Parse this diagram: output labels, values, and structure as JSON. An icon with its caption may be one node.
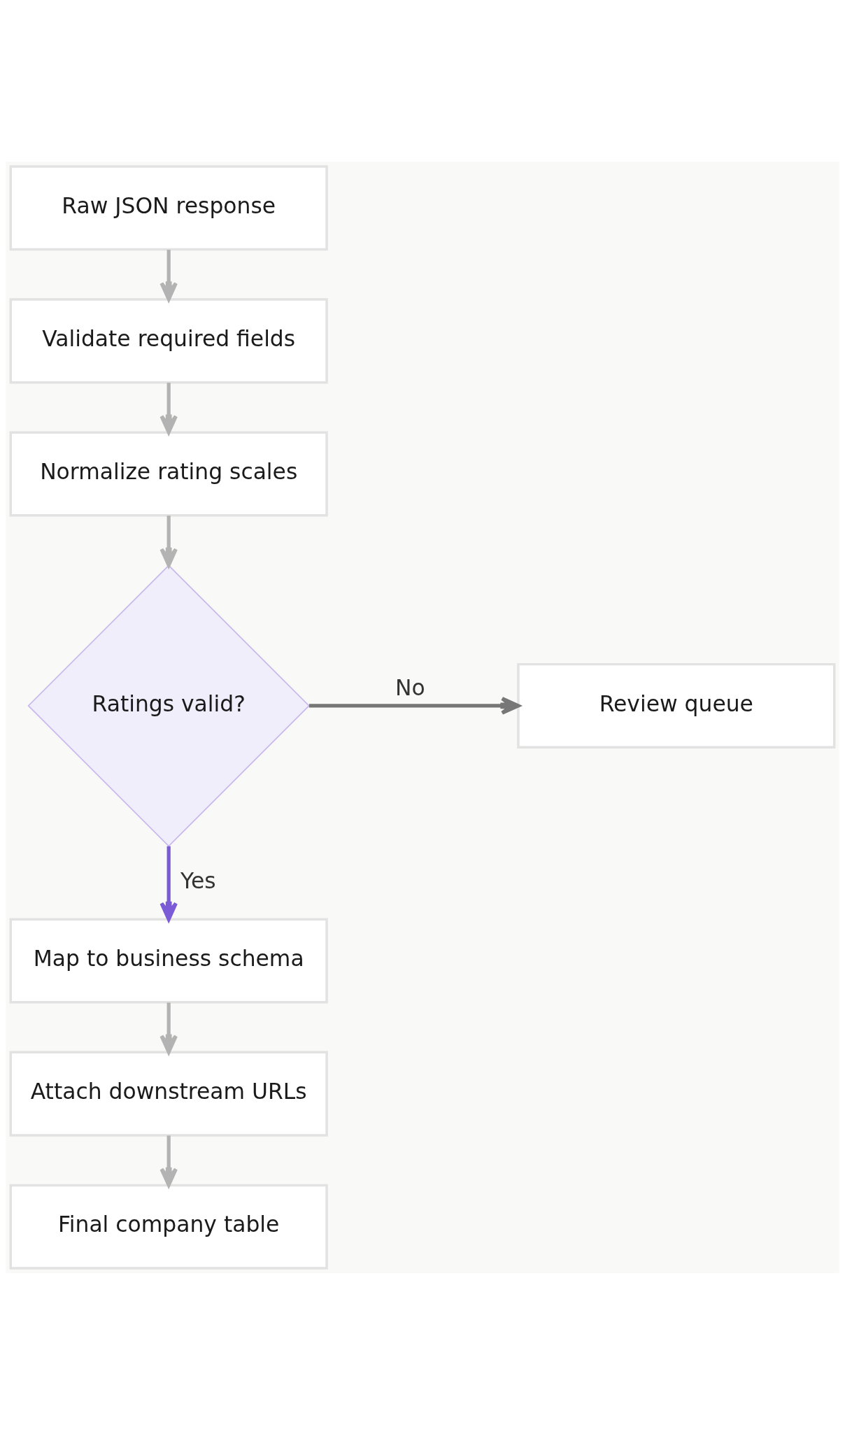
{
  "diagram": {
    "nodes": [
      {
        "text": [
          "Raw JSON response"
        ]
      },
      {
        "text": [
          "Validate required fields"
        ]
      },
      {
        "text": [
          "Normalize rating scales"
        ]
      },
      {
        "text": [
          "Ratings valid?"
        ]
      },
      {
        "text": [
          "Review queue"
        ]
      },
      {
        "text": [
          "Map to business schema"
        ]
      },
      {
        "text": [
          "Attach downstream URLs"
        ]
      },
      {
        "text": [
          "Final company table"
        ]
      }
    ],
    "edges": [
      {
        "from": 0,
        "to": 1,
        "arrow": "to"
      },
      {
        "from": 1,
        "to": 2,
        "arrow": "to"
      },
      {
        "from": 2,
        "to": 3,
        "arrow": "to"
      },
      {
        "from": 3,
        "to": 4,
        "arrow": "to",
        "label": "No",
        "color": "#777777"
      },
      {
        "from": 3,
        "to": 5,
        "arrow": "to",
        "label": "Yes",
        "color": "#7b5cd6"
      },
      {
        "from": 5,
        "to": 6,
        "arrow": "to"
      },
      {
        "from": 6,
        "to": 7,
        "arrow": "to"
      }
    ]
  }
}
